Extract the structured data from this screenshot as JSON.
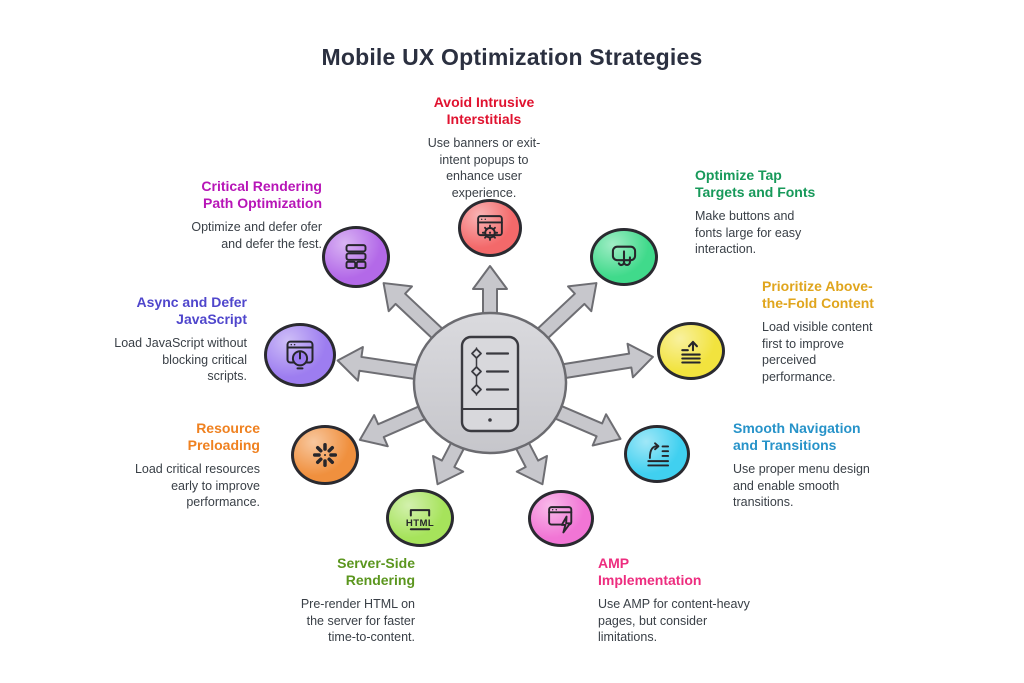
{
  "title": "Mobile UX Optimization Strategies",
  "center": {
    "icon": "smartphone-checklist-icon"
  },
  "items": [
    {
      "key": "avoid-intrusive-interstitials",
      "title": "Avoid Intrusive\nInterstitials",
      "description": "Use banners or exit-\nintent popups to\nenhance user\nexperience.",
      "title_color": "#e0122f",
      "circle_color": "#f3696a",
      "icon": "browser-gear-icon"
    },
    {
      "key": "optimize-tap-targets-and-fonts",
      "title": "Optimize Tap\nTargets and Fonts",
      "description": "Make buttons and\nfonts large for easy\ninteraction.",
      "title_color": "#17995a",
      "circle_color": "#40da8b",
      "icon": "tap-target-icon"
    },
    {
      "key": "prioritize-above-the-fold-content",
      "title": "Prioritize Above-\nthe-Fold Content",
      "description": "Load visible content\nfirst to improve\nperceived\nperformance.",
      "title_color": "#e0a51d",
      "circle_color": "#f2e33e",
      "icon": "above-fold-arrow-icon"
    },
    {
      "key": "smooth-navigation-and-transitions",
      "title": "Smooth Navigation\nand Transitions",
      "description": "Use proper menu design\nand enable smooth\ntransitions.",
      "title_color": "#2793c9",
      "circle_color": "#40d0f0",
      "icon": "smooth-navigation-icon"
    },
    {
      "key": "amp-implementation",
      "title": "AMP\nImplementation",
      "description": "Use AMP for content-heavy\npages, but consider\nlimitations.",
      "title_color": "#ed2d7f",
      "circle_color": "#f175d5",
      "icon": "amp-lightning-icon"
    },
    {
      "key": "server-side-rendering",
      "title": "Server-Side\nRendering",
      "description": "Pre-render HTML on\nthe server for faster\ntime-to-content.",
      "title_color": "#5b961e",
      "circle_color": "#a6e35b",
      "icon": "html-bracket-icon"
    },
    {
      "key": "resource-preloading",
      "title": "Resource\nPreloading",
      "description": "Load critical resources\nearly to improve\nperformance.",
      "title_color": "#ef8120",
      "circle_color": "#f0903e",
      "icon": "loading-spinner-icon"
    },
    {
      "key": "async-and-defer-javascript",
      "title": "Async and Defer\nJavaScript",
      "description": "Load JavaScript without\nblocking critical\nscripts.",
      "title_color": "#4f46cc",
      "circle_color": "#9d7df0",
      "icon": "browser-timer-icon"
    },
    {
      "key": "critical-rendering-path-optimization",
      "title": "Critical Rendering\nPath Optimization",
      "description": "Optimize and defer ofer\nand defer the fest.",
      "title_color": "#b715b7",
      "circle_color": "#b369e8",
      "icon": "server-stack-icon"
    }
  ]
}
